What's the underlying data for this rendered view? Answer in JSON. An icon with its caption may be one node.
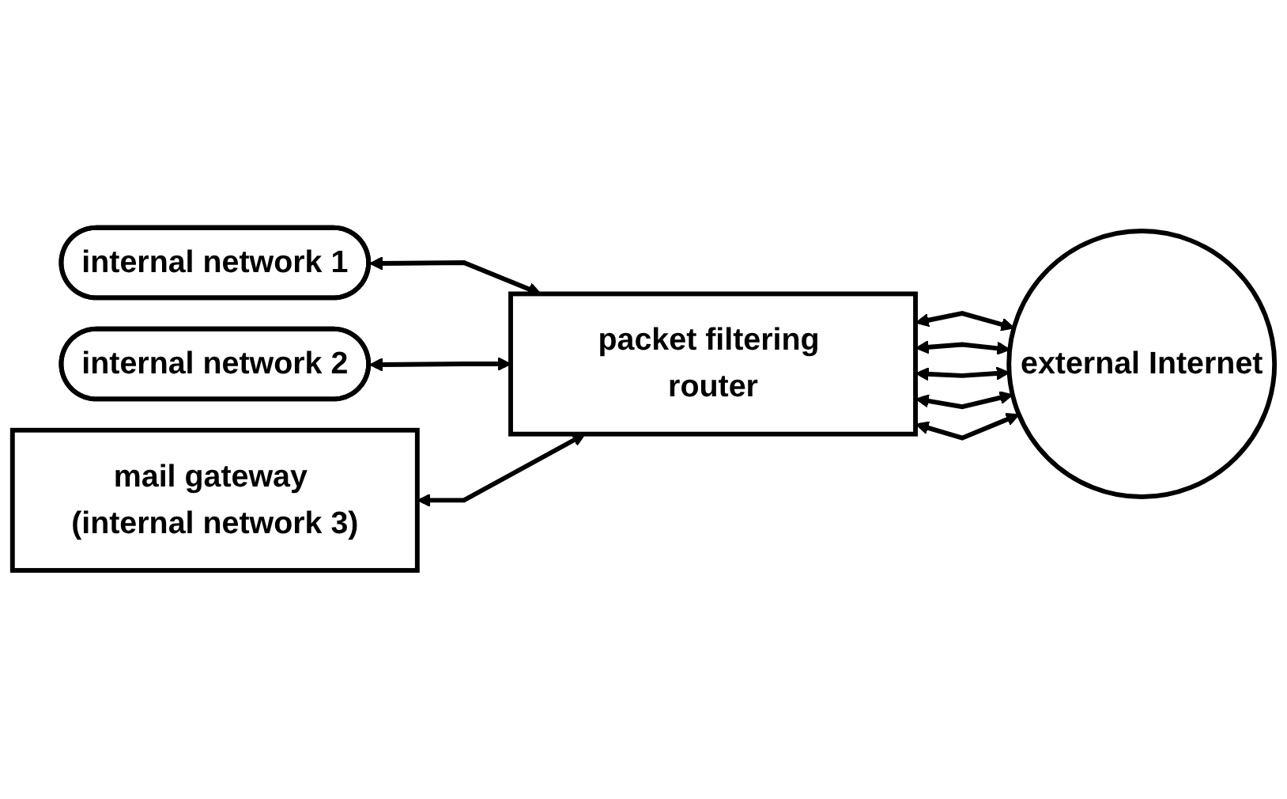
{
  "diagram": {
    "nodes": [
      {
        "text": [
          "internal network 1"
        ]
      },
      {
        "text": [
          "internal network 2"
        ]
      },
      {
        "text": [
          "mail gateway (internal network 3)"
        ]
      },
      {
        "text": [
          "packet filtering router"
        ]
      },
      {
        "text": [
          "external Internet"
        ]
      }
    ],
    "edges": [
      {
        "from": 0,
        "to": 3,
        "arrow": "both"
      },
      {
        "from": 1,
        "to": 3,
        "arrow": "both"
      },
      {
        "from": 2,
        "to": 3,
        "arrow": "both"
      },
      {
        "from": 3,
        "to": 4,
        "arrow": "both"
      },
      {
        "from": 3,
        "to": 4,
        "arrow": "both"
      },
      {
        "from": 3,
        "to": 4,
        "arrow": "both"
      },
      {
        "from": 3,
        "to": 4,
        "arrow": "both"
      },
      {
        "from": 3,
        "to": 4,
        "arrow": "both"
      }
    ]
  }
}
